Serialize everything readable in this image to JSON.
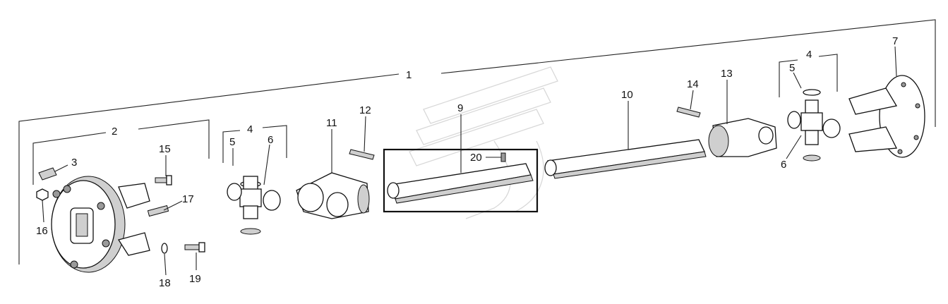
{
  "diagram": {
    "callouts": {
      "c1": "1",
      "c2": "2",
      "c3": "3",
      "c4a": "4",
      "c4b": "4",
      "c5a": "5",
      "c5b": "5",
      "c6a": "6",
      "c6b": "6",
      "c7": "7",
      "c9": "9",
      "c10": "10",
      "c11": "11",
      "c12": "12",
      "c13": "13",
      "c14": "14",
      "c15": "15",
      "c16": "16",
      "c17": "17",
      "c18": "18",
      "c19": "19",
      "c20": "20"
    }
  }
}
